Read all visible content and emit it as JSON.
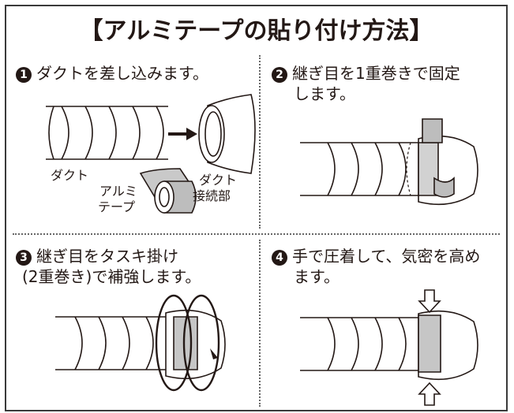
{
  "title": "【アルミテープの貼り付け方法】",
  "steps": [
    {
      "number": "1",
      "line1": "ダクトを差し込みます。",
      "line2": ""
    },
    {
      "number": "2",
      "line1": "継ぎ目を1重巻きで固定",
      "line2": "します。"
    },
    {
      "number": "3",
      "line1": "継ぎ目をタスキ掛け",
      "line2": "(2重巻き)で補強します。"
    },
    {
      "number": "4",
      "line1": "手で圧着して、気密を高め",
      "line2": "ます。"
    }
  ],
  "labels": {
    "duct": "ダクト",
    "alumi_line1": "アルミ",
    "alumi_line2": "テープ",
    "joint_line1": "ダクト",
    "joint_line2": "接続部"
  }
}
